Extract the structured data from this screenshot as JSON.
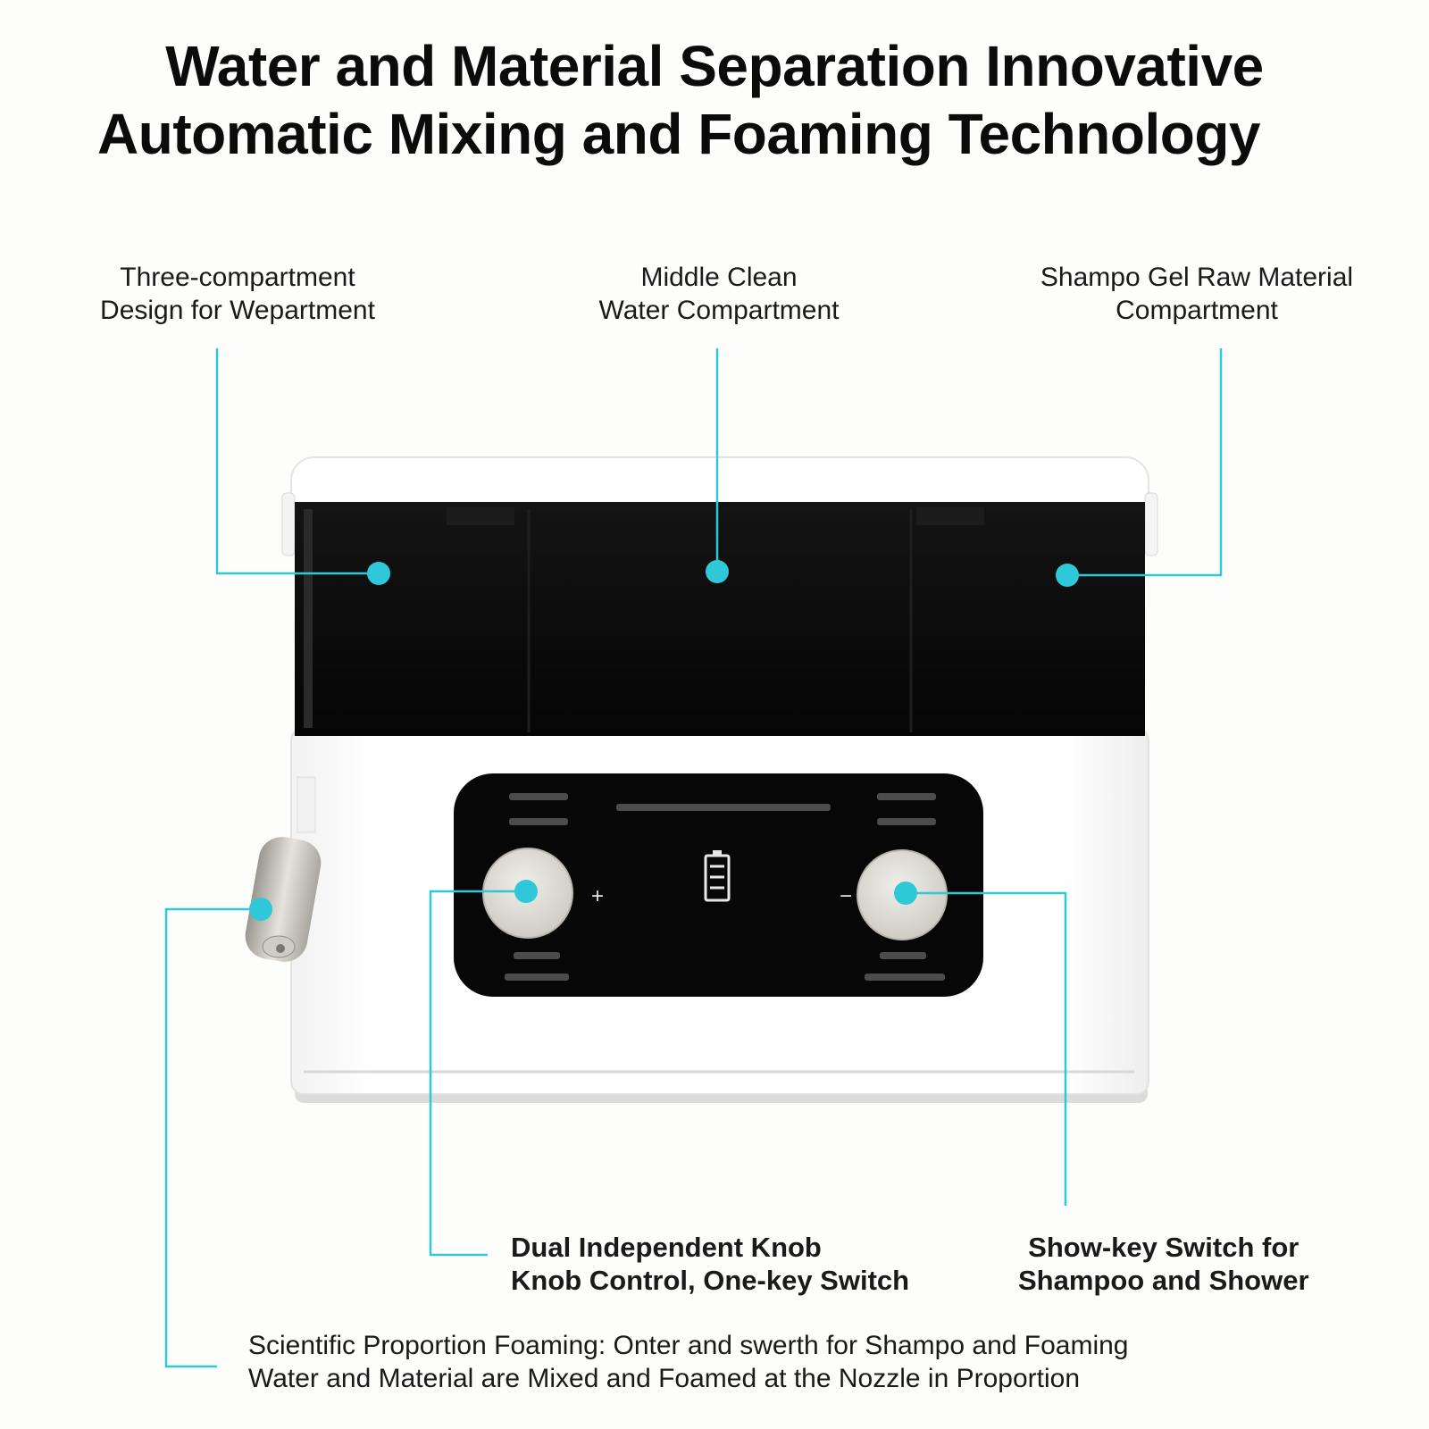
{
  "title": {
    "line1": "Water and Material Separation Innovative",
    "line2": "Automatic Mixing and Foaming Technology"
  },
  "callouts": {
    "three_compartment": {
      "line1": "Three-compartment",
      "line2": "Design for Wepartment"
    },
    "middle_clean": {
      "line1": "Middle Clean",
      "line2": "Water Compartment"
    },
    "shampoo_gel": {
      "line1": "Shampo Gel Raw Material",
      "line2": "Compartment"
    },
    "dual_knob": {
      "line1": "Dual Independent Knob",
      "line2": "Knob Control, One-key Switch"
    },
    "show_key": {
      "line1": "Show-key Switch for",
      "line2": "Shampoo and Shower"
    },
    "scientific": {
      "line1": "Scientific Proportion Foaming:  Onter and swerth for Shampo and Foaming",
      "line2": "Water and Material are Mixed and Foamed at the Nozzle in Proportion"
    }
  },
  "device": {
    "left_knob_sign": "+",
    "right_knob_sign": "−",
    "battery_icon": "battery-icon"
  },
  "colors": {
    "accent": "#2ec8d8",
    "body": "#ffffff",
    "panel": "#0a0a0a",
    "knob": "#e4e2dc"
  }
}
